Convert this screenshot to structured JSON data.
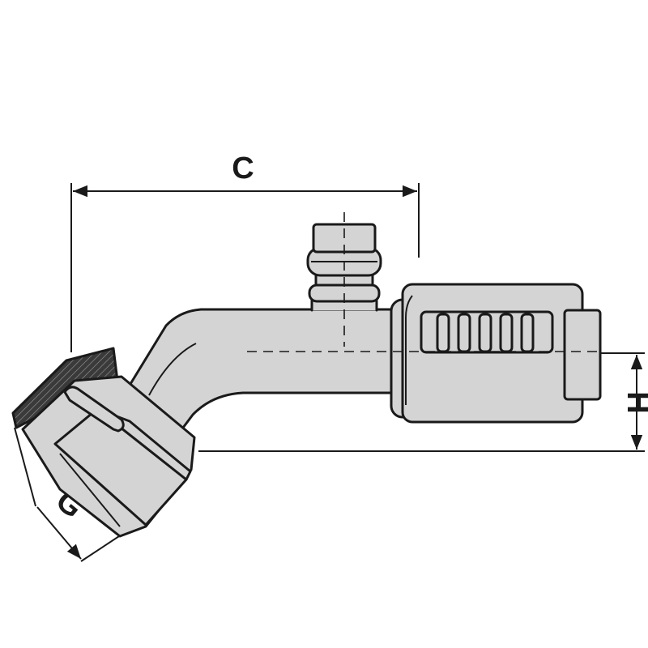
{
  "dimensions": {
    "c_label": "C",
    "g_label": "G",
    "h_label": "H"
  },
  "colors": {
    "body_fill": "#d4d4d4",
    "line": "#1a1a1a",
    "dark_knurl": "#3a3a3a"
  }
}
